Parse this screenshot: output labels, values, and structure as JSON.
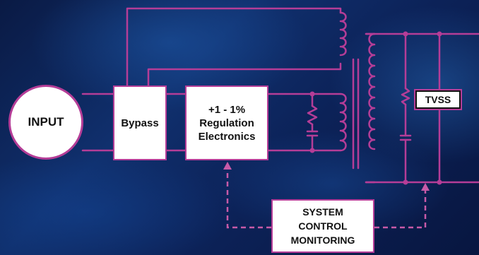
{
  "diagram": {
    "input_label": "INPUT",
    "bypass_label": "Bypass",
    "regulation_lines": [
      "+1 - 1%",
      "Regulation",
      "Electronics"
    ],
    "tvss_label": "TVSS",
    "system_lines": [
      "SYSTEM",
      "CONTROL",
      "MONITORING"
    ]
  },
  "colors": {
    "wire": "#b53d97",
    "box_fill": "#ffffff",
    "background": "#0c2258"
  }
}
